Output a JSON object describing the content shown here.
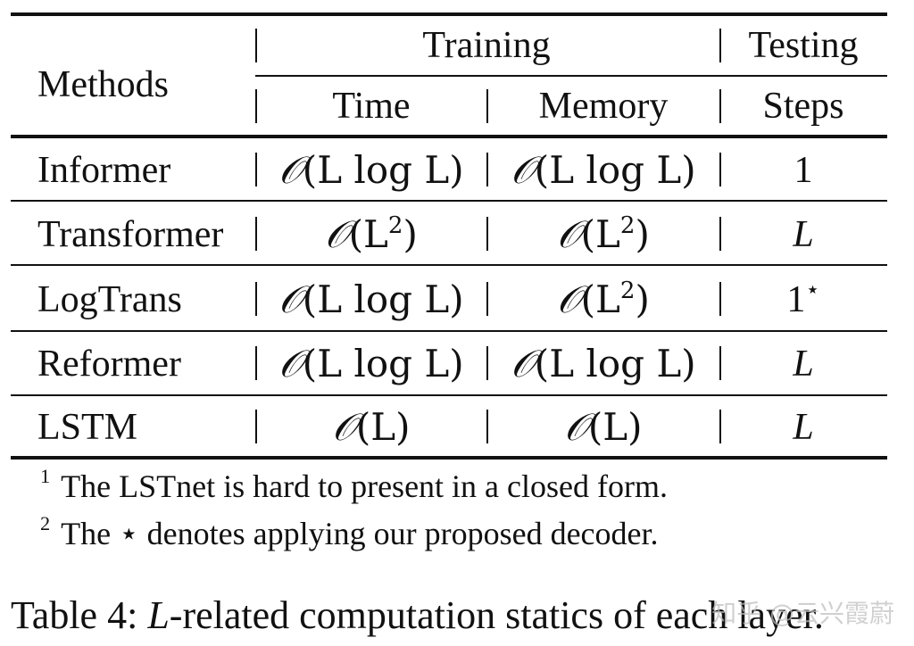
{
  "table": {
    "headers": {
      "methods": "Methods",
      "training": "Training",
      "testing": "Testing",
      "time": "Time",
      "memory": "Memory",
      "steps": "Steps"
    },
    "rows": [
      {
        "method": "Informer",
        "time": {
          "calligraphic": "𝒪",
          "rest": "(L log L)",
          "sup": ""
        },
        "memory": {
          "calligraphic": "𝒪",
          "rest": "(L log L)",
          "sup": ""
        },
        "steps": {
          "value": "1",
          "sup": "",
          "italic": false
        }
      },
      {
        "method": "Transformer",
        "time": {
          "calligraphic": "𝒪",
          "rest": "(L",
          "sup": "2",
          "close": ")"
        },
        "memory": {
          "calligraphic": "𝒪",
          "rest": "(L",
          "sup": "2",
          "close": ")"
        },
        "steps": {
          "value": "L",
          "sup": "",
          "italic": true
        }
      },
      {
        "method": "LogTrans",
        "time": {
          "calligraphic": "𝒪",
          "rest": "(L log L)",
          "sup": ""
        },
        "memory": {
          "calligraphic": "𝒪",
          "rest": "(L",
          "sup": "2",
          "close": ")"
        },
        "steps": {
          "value": "1",
          "sup": "⋆",
          "italic": false
        }
      },
      {
        "method": "Reformer",
        "time": {
          "calligraphic": "𝒪",
          "rest": "(L log L)",
          "sup": ""
        },
        "memory": {
          "calligraphic": "𝒪",
          "rest": "(L log L)",
          "sup": ""
        },
        "steps": {
          "value": "L",
          "sup": "",
          "italic": true
        }
      },
      {
        "method": "LSTM",
        "time": {
          "calligraphic": "𝒪",
          "rest": "(L)",
          "sup": ""
        },
        "memory": {
          "calligraphic": "𝒪",
          "rest": "(L)",
          "sup": ""
        },
        "steps": {
          "value": "L",
          "sup": "",
          "italic": true
        }
      }
    ]
  },
  "footnotes": [
    {
      "marker": "1",
      "text": "The LSTnet is hard to present in a closed form."
    },
    {
      "marker": "2",
      "text": "The ⋆ denotes applying our proposed decoder."
    }
  ],
  "caption": {
    "label": "Table 4: ",
    "symbol": "L",
    "text": "-related computation statics of each layer."
  },
  "watermark": "知乎 @云兴霞蔚"
}
